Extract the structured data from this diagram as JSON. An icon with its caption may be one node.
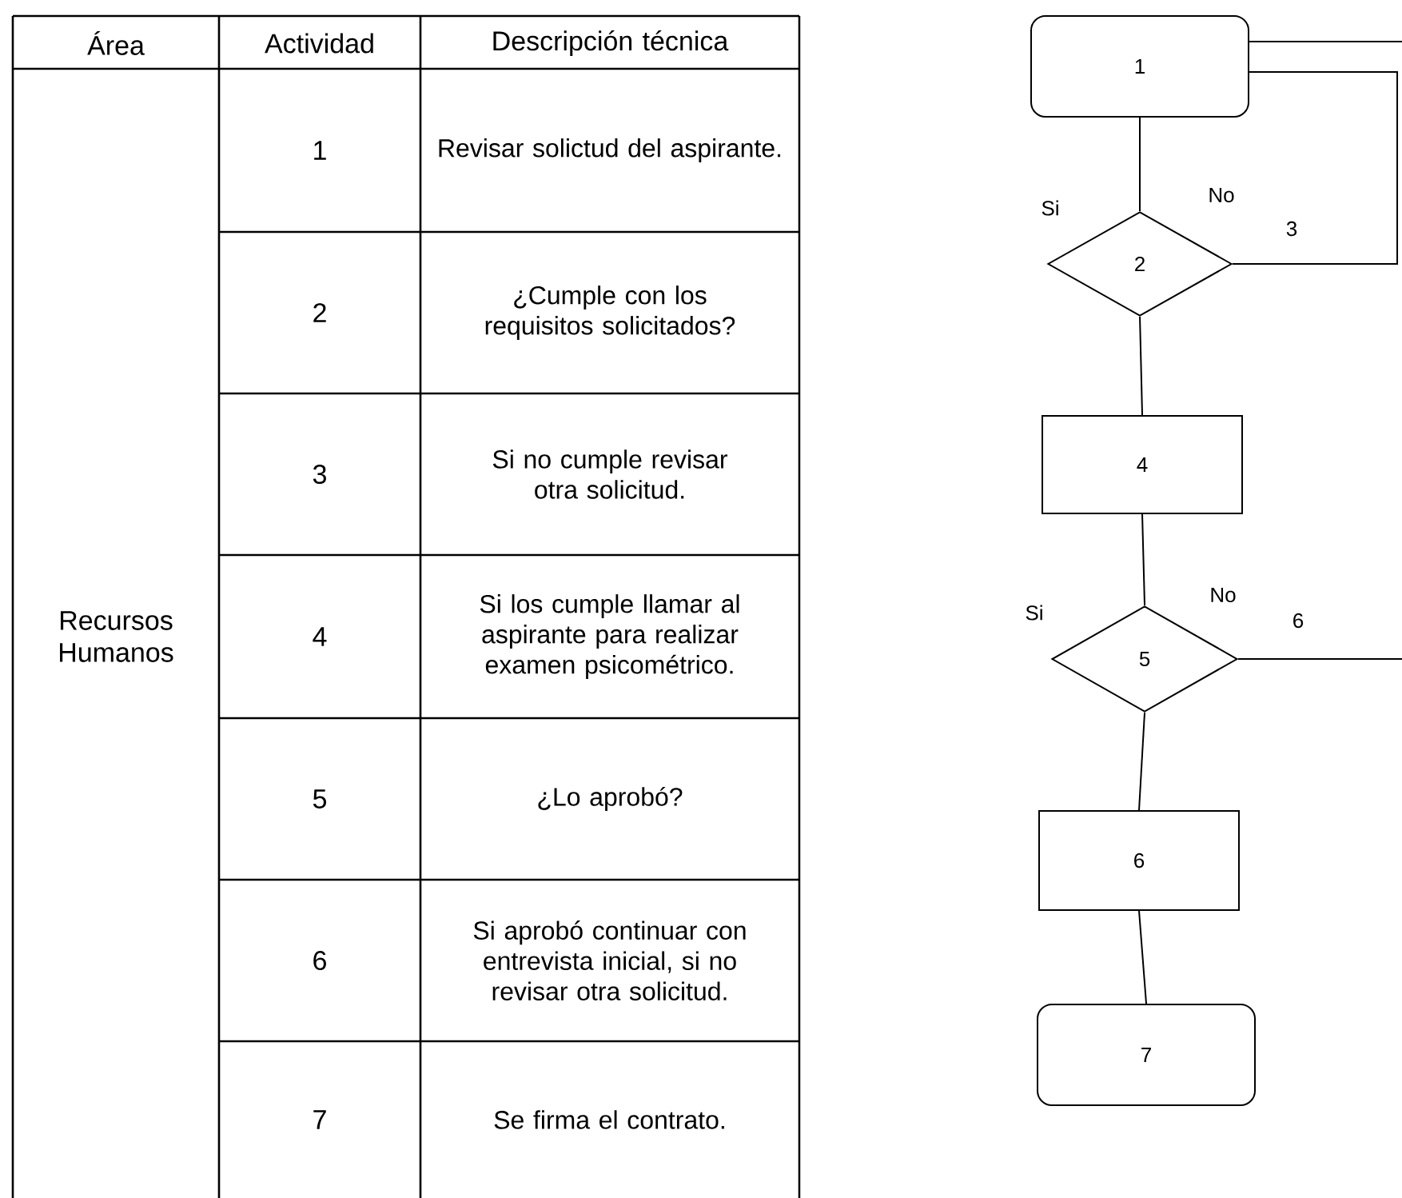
{
  "diagram": {
    "nodes": [
      {
        "text": [
          "1"
        ]
      },
      {
        "text": [
          "2"
        ]
      },
      {
        "text": [
          "4"
        ]
      },
      {
        "text": [
          "5"
        ]
      },
      {
        "text": [
          "6"
        ]
      },
      {
        "text": [
          "7"
        ]
      }
    ],
    "edges": [
      {
        "from": 0,
        "to": 1,
        "arrow": "none"
      },
      {
        "from": 1,
        "to": 2,
        "arrow": "none"
      },
      {
        "from": 2,
        "to": 3,
        "arrow": "none"
      },
      {
        "from": 3,
        "to": 4,
        "arrow": "none"
      },
      {
        "from": 4,
        "to": 5,
        "arrow": "none"
      },
      {
        "from": 1,
        "to": 0,
        "arrow": "none",
        "label": "3"
      },
      {
        "from": 0,
        "to": null,
        "arrow": "none"
      },
      {
        "from": 3,
        "to": null,
        "arrow": "none",
        "label": "6"
      }
    ],
    "labels": [
      "Área",
      "Actividad",
      "Descripción técnica",
      "Recursos Humanos",
      "1",
      "Revisar solictud del aspirante.",
      "2",
      "¿Cumple con los requisitos solicitados?",
      "3",
      "Si no cumple revisar otra solicitud.",
      "4",
      "Si los cumple llamar al aspirante para realizar examen psicométrico.",
      "5",
      "¿Lo aprobó?",
      "6",
      "Si aprobó continuar con entrevista inicial, si no revisar otra solicitud.",
      "7",
      "Se firma el contrato.",
      "Si",
      "No",
      "Si",
      "No"
    ]
  }
}
